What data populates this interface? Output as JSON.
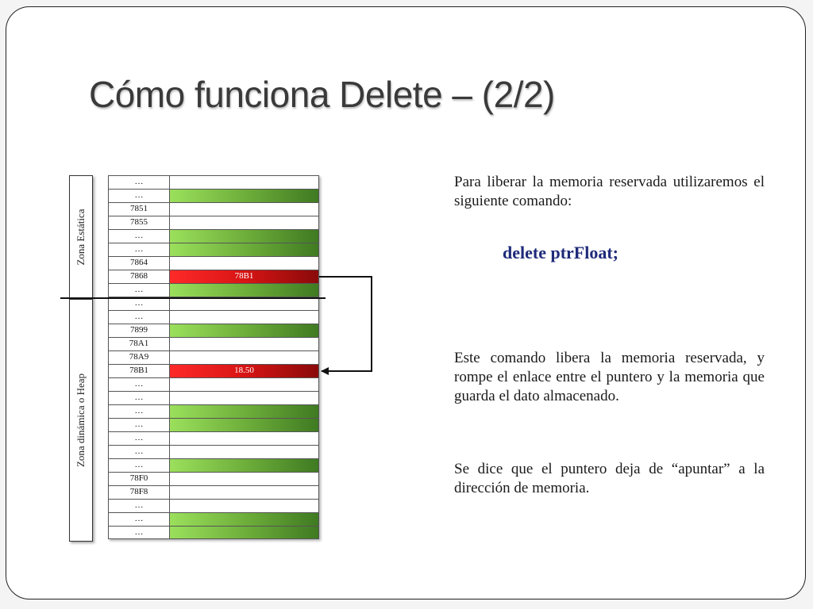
{
  "title": "Cómo funciona Delete – (2/2)",
  "zones": {
    "static": "Zona Estática",
    "heap": "Zona dinámica o Heap"
  },
  "memory_rows": [
    {
      "addr": "…",
      "fill": "white",
      "value": ""
    },
    {
      "addr": "…",
      "fill": "green",
      "value": ""
    },
    {
      "addr": "7851",
      "fill": "white",
      "value": ""
    },
    {
      "addr": "7855",
      "fill": "white",
      "value": ""
    },
    {
      "addr": "…",
      "fill": "green",
      "value": ""
    },
    {
      "addr": "…",
      "fill": "green",
      "value": ""
    },
    {
      "addr": "7864",
      "fill": "white",
      "value": ""
    },
    {
      "addr": "7868",
      "fill": "red",
      "value": "78B1"
    },
    {
      "addr": "…",
      "fill": "green",
      "value": ""
    },
    {
      "addr": "…",
      "fill": "white",
      "value": ""
    },
    {
      "addr": "…",
      "fill": "white",
      "value": ""
    },
    {
      "addr": "7899",
      "fill": "green",
      "value": ""
    },
    {
      "addr": "78A1",
      "fill": "white",
      "value": ""
    },
    {
      "addr": "78A9",
      "fill": "white",
      "value": ""
    },
    {
      "addr": "78B1",
      "fill": "red",
      "value": "18.50"
    },
    {
      "addr": "…",
      "fill": "white",
      "value": ""
    },
    {
      "addr": "…",
      "fill": "white",
      "value": ""
    },
    {
      "addr": "…",
      "fill": "green",
      "value": ""
    },
    {
      "addr": "…",
      "fill": "green",
      "value": ""
    },
    {
      "addr": "…",
      "fill": "white",
      "value": ""
    },
    {
      "addr": "…",
      "fill": "white",
      "value": ""
    },
    {
      "addr": "…",
      "fill": "green",
      "value": ""
    },
    {
      "addr": "78F0",
      "fill": "white",
      "value": ""
    },
    {
      "addr": "78F8",
      "fill": "white",
      "value": ""
    },
    {
      "addr": "…",
      "fill": "white",
      "value": ""
    },
    {
      "addr": "…",
      "fill": "green",
      "value": ""
    },
    {
      "addr": "…",
      "fill": "green",
      "value": ""
    }
  ],
  "text": {
    "intro": "Para liberar la memoria reservada utilizaremos el siguiente comando:",
    "command": "delete ptrFloat;",
    "explanation": "Este comando libera la memoria reservada, y rompe el enlace entre el puntero y la memoria que guarda el dato almacenado.",
    "note": "Se dice que el puntero deja de “apuntar” a la dirección de memoria."
  },
  "colors": {
    "title": "#3a3a3a",
    "command": "#1f2a7a",
    "used_cell": "#6aaa38",
    "pointer_cell": "#d81414"
  }
}
